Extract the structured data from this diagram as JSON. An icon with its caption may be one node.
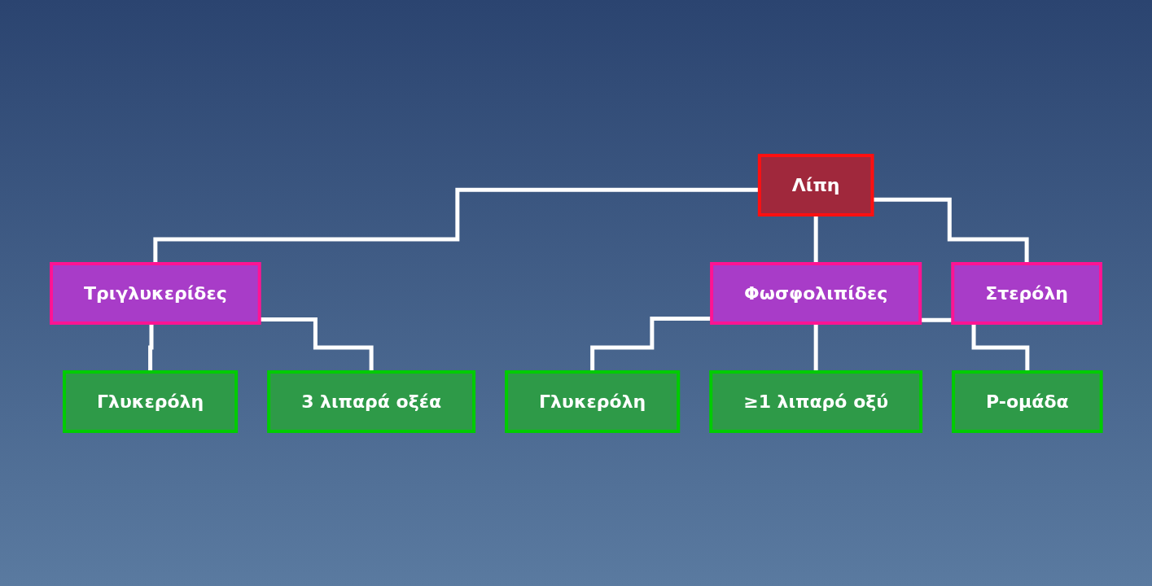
{
  "diagram": {
    "nodes": [
      {
        "text": [
          "Λίπη"
        ]
      },
      {
        "text": [
          "Τριγλυκερίδες"
        ]
      },
      {
        "text": [
          "Γλυκερόλη"
        ]
      },
      {
        "text": [
          "3 λιπαρά οξέα"
        ]
      },
      {
        "text": [
          "Φωσφολιπίδες"
        ]
      },
      {
        "text": [
          "Γλυκερόλη"
        ]
      },
      {
        "text": [
          "≥1 λιπαρό οξύ"
        ]
      },
      {
        "text": [
          "P-ομάδα"
        ]
      },
      {
        "text": [
          "Στερόλη"
        ]
      }
    ],
    "edges": [
      {
        "from": 0,
        "to": 1,
        "arrow": "none"
      },
      {
        "from": 1,
        "to": 2,
        "arrow": "none"
      },
      {
        "from": 1,
        "to": 3,
        "arrow": "none"
      },
      {
        "from": 0,
        "to": 4,
        "arrow": "none"
      },
      {
        "from": 4,
        "to": 5,
        "arrow": "none"
      },
      {
        "from": 4,
        "to": 6,
        "arrow": "none"
      },
      {
        "from": 4,
        "to": 7,
        "arrow": "none"
      },
      {
        "from": 0,
        "to": 8,
        "arrow": "none"
      }
    ]
  }
}
